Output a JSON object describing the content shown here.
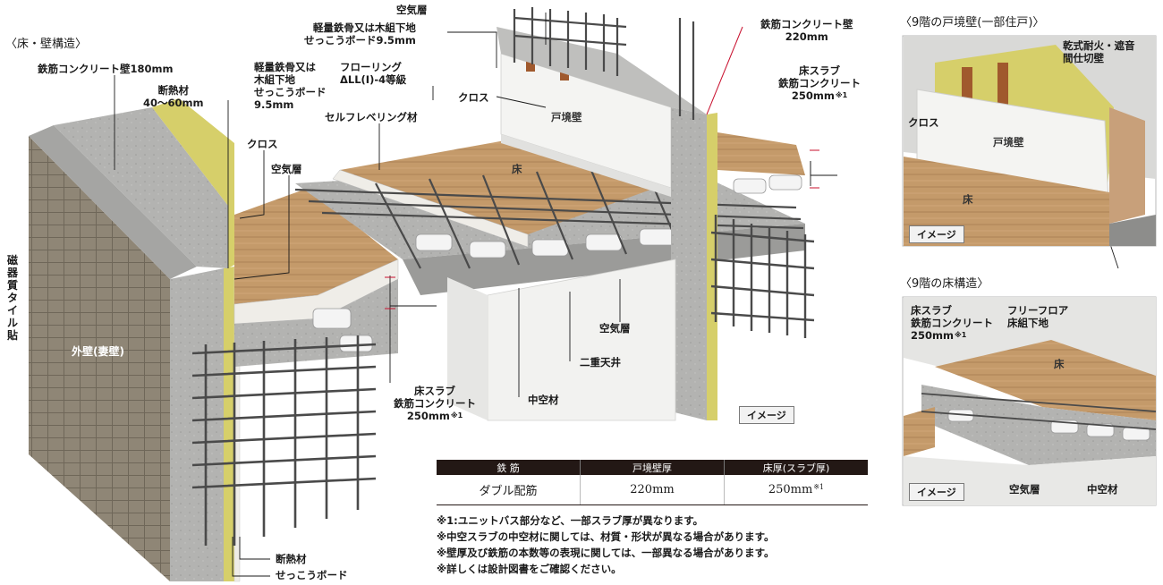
{
  "main": {
    "section_title": "〈床・壁構造〉",
    "labels": {
      "rc_wall_180": "鉄筋コンクリート壁180mm",
      "insulation": "断熱材\n40〜60mm",
      "steel_frame": "軽量鉄骨又は\n木組下地\nせっこうボード\n9.5mm",
      "cloth_left": "クロス",
      "air_layer_left": "空気層",
      "air_layer_top": "空気層",
      "steel_frame_top": "軽量鉄骨又は木組下地\nせっこうボード9.5mm",
      "flooring": "フローリング\nΔLL(Ⅰ)-4等級",
      "self_leveling": "セルフレベリング材",
      "cloth_center": "クロス",
      "rc_wall_220": "鉄筋コンクリート壁\n220mm",
      "slab_right": "床スラブ\n鉄筋コンクリート\n250mm",
      "slab_right_note": "※1",
      "slab_left": "床スラブ\n鉄筋コンクリート\n250mm",
      "slab_left_note": "※1",
      "air_layer_ceiling": "空気層",
      "double_ceiling": "二重天井",
      "hollow": "中空材",
      "insulation_bottom": "断熱材",
      "gypsum_bottom": "せっこうボード",
      "tile": "磁器質タイル貼",
      "outer_wall": "外壁(妻壁)",
      "partition_wall": "戸境壁",
      "floor": "床",
      "image_badge": "イメージ"
    }
  },
  "inset_wall": {
    "title": "〈9階の戸境壁(一部住戸)〉",
    "dry_partition": "乾式耐火・遮音\n間仕切壁",
    "cloth": "クロス",
    "partition_wall": "戸境壁",
    "floor": "床",
    "badge": "イメージ"
  },
  "inset_floor": {
    "title": "〈9階の床構造〉",
    "slab": "床スラブ\n鉄筋コンクリート\n250mm",
    "slab_note": "※1",
    "free_floor": "フリーフロア\n床組下地",
    "floor": "床",
    "air_layer": "空気層",
    "hollow": "中空材",
    "badge": "イメージ"
  },
  "spec_table": {
    "headers": [
      "鉄 筋",
      "戸境壁厚",
      "床厚(スラブ厚)"
    ],
    "rebar": "ダブル配筋",
    "wall_thickness": "220mm",
    "slab_thickness": "250mm",
    "slab_note": "※1"
  },
  "notes": [
    "※1:ユニットバス部分など、一部スラブ厚が異なります。",
    "※中空スラブの中空材に関しては、材質・形状が異なる場合があります。",
    "※壁厚及び鉄筋の本数等の表現に関しては、一部異なる場合があります。",
    "※詳しくは設計図書をご確認ください。"
  ],
  "colors": {
    "concrete": "#b3b3b1",
    "concrete_dark": "#8d8d8b",
    "tile": "#8f8676",
    "wood": "#c49a6a",
    "insulation": "#d6cf6a",
    "gypsum": "#efede8",
    "rebar": "#4a4a4a",
    "stud": "#a0592d",
    "leader": "#c8102e",
    "table_header": "#231815"
  }
}
